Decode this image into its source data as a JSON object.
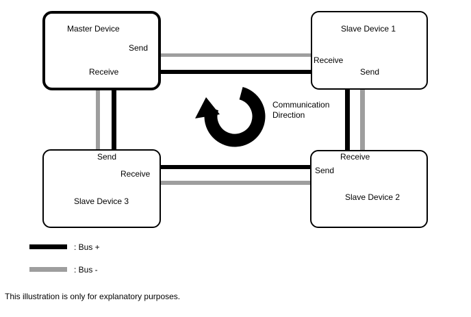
{
  "diagram": {
    "nodes": {
      "master": {
        "title": "Master Device",
        "send": "Send",
        "receive": "Receive"
      },
      "slave1": {
        "title": "Slave Device 1",
        "send": "Send",
        "receive": "Receive"
      },
      "slave2": {
        "title": "Slave Device 2",
        "send": "Send",
        "receive": "Receive"
      },
      "slave3": {
        "title": "Slave Device 3",
        "send": "Send",
        "receive": "Receive"
      }
    },
    "center_label": {
      "line1": "Communication",
      "line2": "Direction"
    },
    "legend": {
      "bus_plus": {
        "label": ": Bus +",
        "color": "#000000"
      },
      "bus_minus": {
        "label": ": Bus -",
        "color": "#9e9e9e"
      }
    },
    "footer_note": "This illustration is only for explanatory purposes."
  }
}
